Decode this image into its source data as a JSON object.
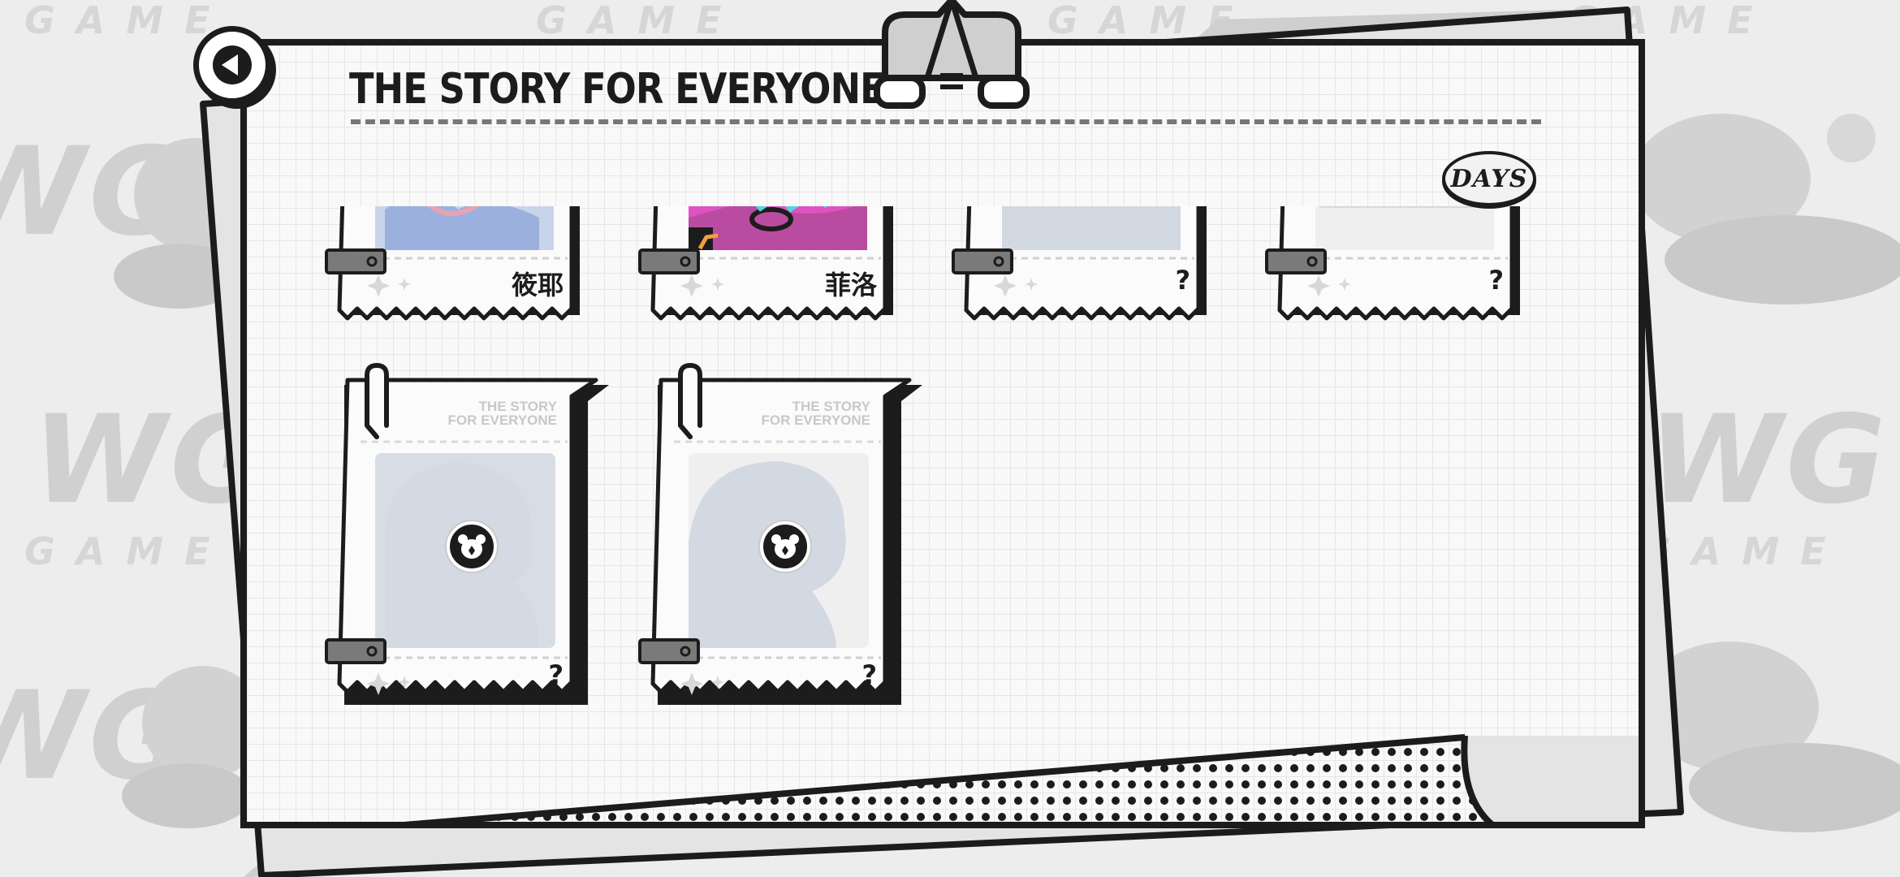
{
  "header": {
    "title": "THE STORY FOR EVERYONE",
    "days_badge": "DAYS",
    "back_icon": "triangle-left-icon",
    "mascot_icon": "mascot-icon"
  },
  "background": {
    "word": "GAME",
    "logo": "WG"
  },
  "cards": [
    {
      "name": "筱耶",
      "state": "unlocked",
      "portrait": "blue-hair-girl"
    },
    {
      "name": "菲洛",
      "state": "unlocked",
      "portrait": "pink-hair-girl"
    },
    {
      "name": "?",
      "state": "locked"
    },
    {
      "name": "?",
      "state": "locked"
    },
    {
      "name": "?",
      "state": "locked",
      "stamp_line1": "THE STORY",
      "stamp_line2": "FOR EVERYONE"
    },
    {
      "name": "?",
      "state": "locked",
      "stamp_line1": "THE STORY",
      "stamp_line2": "FOR EVERYONE"
    }
  ],
  "colors": {
    "ink": "#1c1c1c",
    "paper": "#f9f9f9",
    "placeholder": "#d3d9e3",
    "clip": "#7a7a7a"
  }
}
